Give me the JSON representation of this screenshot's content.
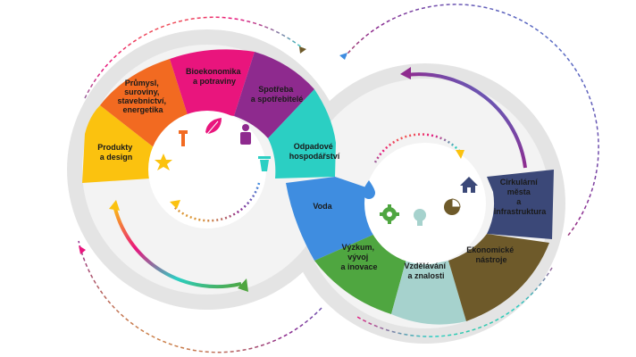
{
  "segments": {
    "prumysl": "Průmysl, suroviny, stavebnictví, energetika",
    "bioekonomika": "Bioekonomika a potraviny",
    "spotreba": "Spotřeba a spotřebitelé",
    "odpadove": "Odpadové hospodářství",
    "produkty": "Produkty a design",
    "voda": "Voda",
    "vyzkum": "Výzkum, vývoj a inovace",
    "vzdelavani": "Vzdělávání a znalosti",
    "ekonomicke": "Ekonomické nástroje",
    "cirkularni": "Cirkulární města a infrastruktura"
  },
  "colors": {
    "prumysl": "#f26a21",
    "bioekonomika": "#e9157d",
    "spotreba": "#8e2a8e",
    "odpadove": "#2bcfc3",
    "produkty": "#fbc20f",
    "voda": "#3f8de0",
    "vyzkum": "#4fa640",
    "vzdelavani": "#a6d2cd",
    "ekonomicke": "#6e5a2a",
    "cirkularni": "#3b4878",
    "ring": "#e8e8e8",
    "inner": "#ffffff"
  },
  "icons": [
    "wrench-icon",
    "leaf-icon",
    "person-icon",
    "recycle-bin-icon",
    "star-icon",
    "water-drop-icon",
    "gear-icon",
    "lightbulb-icon",
    "pie-chart-icon",
    "house-icon"
  ]
}
